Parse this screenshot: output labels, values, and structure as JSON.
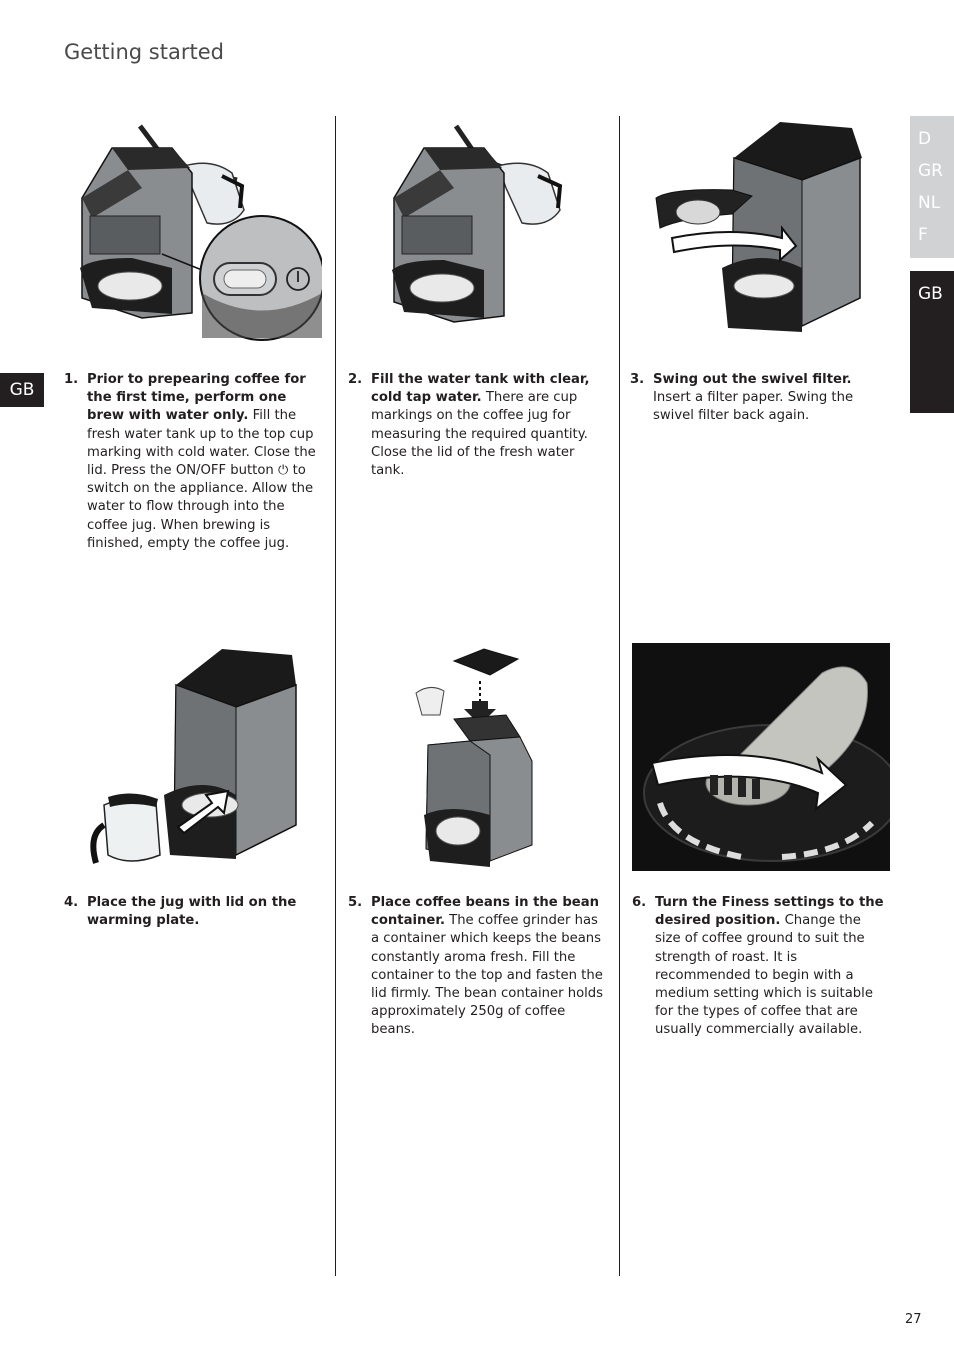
{
  "page": {
    "title": "Getting started",
    "number": "27",
    "lang_tab_left": "GB"
  },
  "lang_tabs": {
    "items": [
      "D",
      "GR",
      "NL",
      "F"
    ],
    "active": "GB"
  },
  "steps": [
    {
      "num": "1.",
      "bold": "Prior to prepearing coffee for the first time, perform one brew with water only.",
      "text1": " Fill the fresh water tank up to the top cup marking with cold water. Close the lid. Press the ON/OFF button ",
      "icon": "⏻",
      "text2": " to switch on the appliance. Allow the water to flow through into the coffee jug.  When brewing is finished, empty the coffee jug."
    },
    {
      "num": "2.",
      "bold": "Fill the water tank with clear, cold tap water.",
      "text1": " There are cup markings on the coffee jug for measuring the required quantity. Close the lid of the fresh water tank.",
      "icon": "",
      "text2": ""
    },
    {
      "num": "3.",
      "bold": "Swing out the swivel filter.",
      "text1": " Insert a filter paper. Swing the swivel filter back again.",
      "icon": "",
      "text2": ""
    },
    {
      "num": "4.",
      "bold": "Place the jug with lid on the warming plate.",
      "text1": "",
      "icon": "",
      "text2": ""
    },
    {
      "num": "5.",
      "bold": "Place coffee beans in the bean container.",
      "text1": " The coffee grinder has a container which keeps the beans constantly aroma fresh. Fill the container to the top and fasten the lid firmly. The bean container holds approximately 250g of coffee beans.",
      "icon": "",
      "text2": ""
    },
    {
      "num": "6.",
      "bold": "Turn the Finess settings to the desired position.",
      "text1": " Change the size of coffee ground to suit the strength of roast. It is recommended to begin with a medium setting which is suitable for the types of coffee that are usually commercially available.",
      "icon": "",
      "text2": ""
    }
  ]
}
